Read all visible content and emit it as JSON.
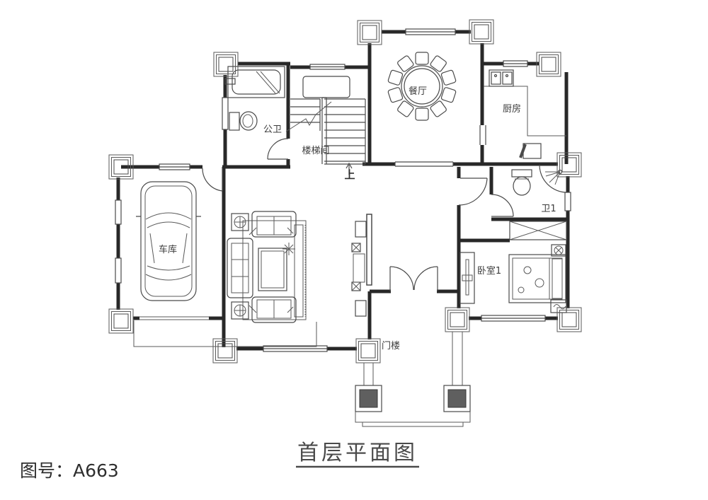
{
  "drawing": {
    "title": "首层平面图",
    "drawing_no": "图号：A663"
  },
  "labels": {
    "dining": "餐厅",
    "kitchen": "厨房",
    "public_bath": "公卫",
    "stairwell": "楼梯间",
    "up": "上",
    "garage": "车库",
    "bath1": "卫1",
    "bedroom1": "卧室1",
    "porch": "门楼"
  },
  "colors": {
    "wall": "#282828",
    "line": "#4a4a4a",
    "column_fill": "#5f5f5f",
    "background": "#ffffff"
  }
}
